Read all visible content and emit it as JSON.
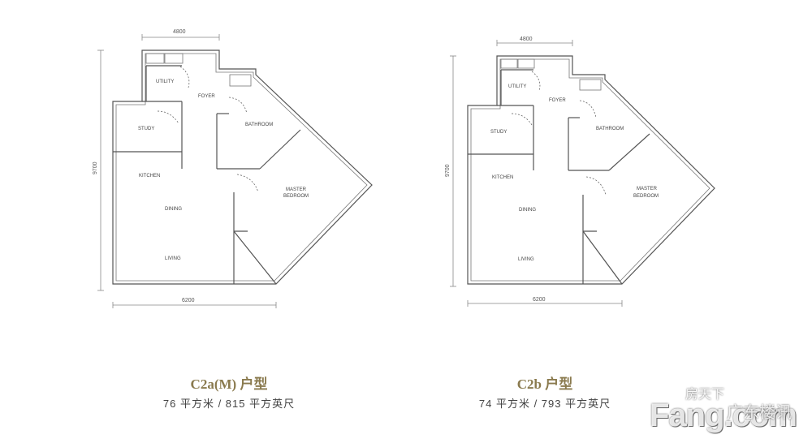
{
  "plans": [
    {
      "id": "c2a",
      "dims": {
        "top": "4800",
        "side": "9700",
        "bottom": "6200"
      },
      "rooms": {
        "utility": "UTILITY",
        "foyer": "FOYER",
        "study": "STUDY",
        "bathroom": "BATHROOM",
        "kitchen": "KITCHEN",
        "dining": "DINING",
        "master_line1": "MASTER",
        "master_line2": "BEDROOM",
        "living": "LIVING"
      },
      "title": "C2a(M) 户型",
      "area": "76 平方米 / 815 平方英尺"
    },
    {
      "id": "c2b",
      "dims": {
        "top": "4800",
        "side": "9700",
        "bottom": "6200"
      },
      "rooms": {
        "utility": "UTILITY",
        "foyer": "FOYER",
        "study": "STUDY",
        "bathroom": "BATHROOM",
        "kitchen": "KITCHEN",
        "dining": "DINING",
        "master_line1": "MASTER",
        "master_line2": "BEDROOM",
        "living": "LIVING"
      },
      "title": "C2b 户型",
      "area": "74 平方米 / 793 平方英尺"
    }
  ],
  "watermark": {
    "brand_cn": "房天下",
    "brand_en": "Fang.com",
    "suffix": "广东楼讯"
  }
}
